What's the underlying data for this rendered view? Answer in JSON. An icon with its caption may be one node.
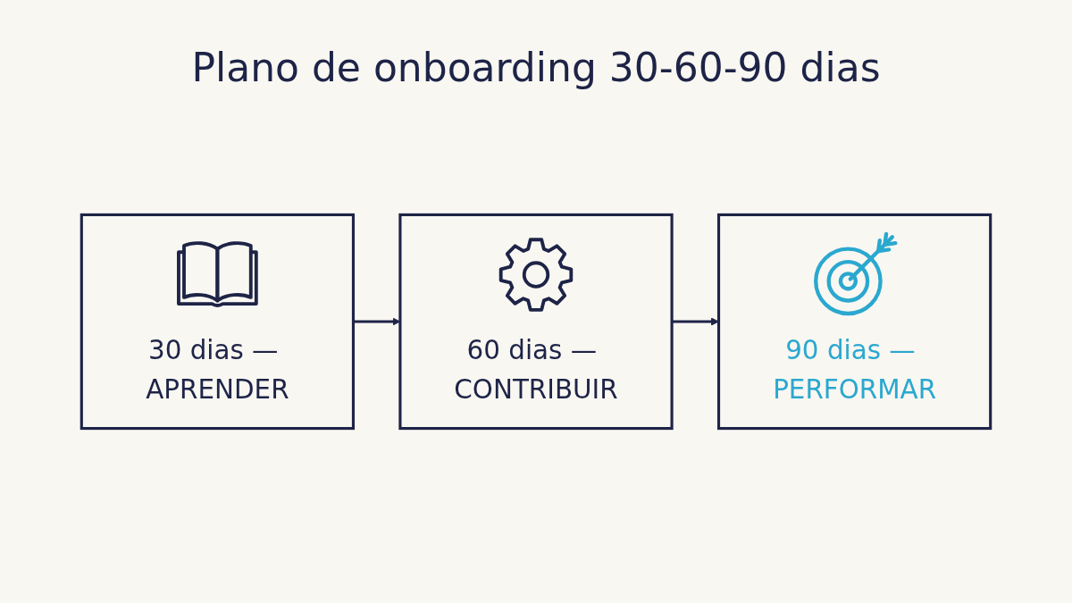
{
  "diagram": {
    "title": "Plano de onboarding 30-60-90 dias",
    "nodes": [
      {
        "text": [
          "30 dias — APRENDER"
        ]
      },
      {
        "text": [
          "60 dias — CONTRIBUIR"
        ]
      },
      {
        "text": [
          "90 dias — PERFORMAR"
        ]
      }
    ],
    "edges": [
      {
        "from": 0,
        "to": 1,
        "arrow": "to"
      },
      {
        "from": 1,
        "to": 2,
        "arrow": "to"
      }
    ]
  }
}
